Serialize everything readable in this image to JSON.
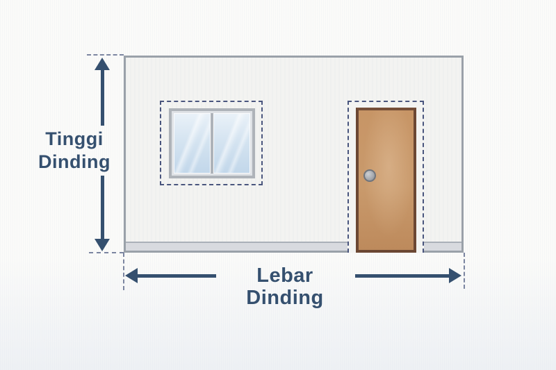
{
  "diagram": {
    "title_context": "wall dimension diagram",
    "vertical_dimension": {
      "label_line1": "Tinggi",
      "label_line2": "Dinding"
    },
    "horizontal_dimension": {
      "label": "Lebar Dinding"
    }
  },
  "colors": {
    "dimension_navy": "#35506f",
    "dashed_outline": "#49557d",
    "extension_dash": "#7b85a0",
    "background": "#fbfbf9",
    "wall_fill": "#f3f3f1",
    "wall_border": "#9aa1a9",
    "baseboard": "#d8dadf",
    "window_frame": "#aeb3b9",
    "window_glass_top": "#e9f1f8",
    "window_glass_bottom": "#c2d7ea",
    "door_fill": "#c79566",
    "door_frame": "#6b4733",
    "door_knob": "#a7abb1"
  }
}
